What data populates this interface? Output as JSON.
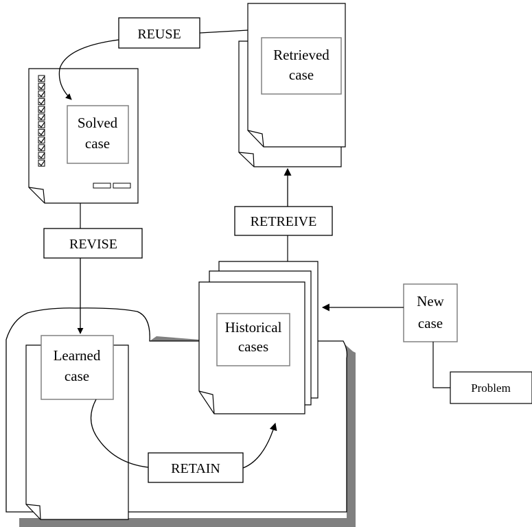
{
  "steps": {
    "reuse": "REUSE",
    "revise": "REVISE",
    "retreive": "RETREIVE",
    "retain": "RETAIN"
  },
  "cases": {
    "retrieved": [
      "Retrieved",
      "case"
    ],
    "solved": [
      "Solved",
      "case"
    ],
    "historical": [
      "Historical",
      "cases"
    ],
    "learned": [
      "Learned",
      "case"
    ],
    "new": [
      "New",
      "case"
    ]
  },
  "problem": "Problem",
  "colors": {
    "stroke": "#000000",
    "inner_box_stroke": "#808080",
    "shadow": "#808080",
    "background": "#ffffff"
  }
}
